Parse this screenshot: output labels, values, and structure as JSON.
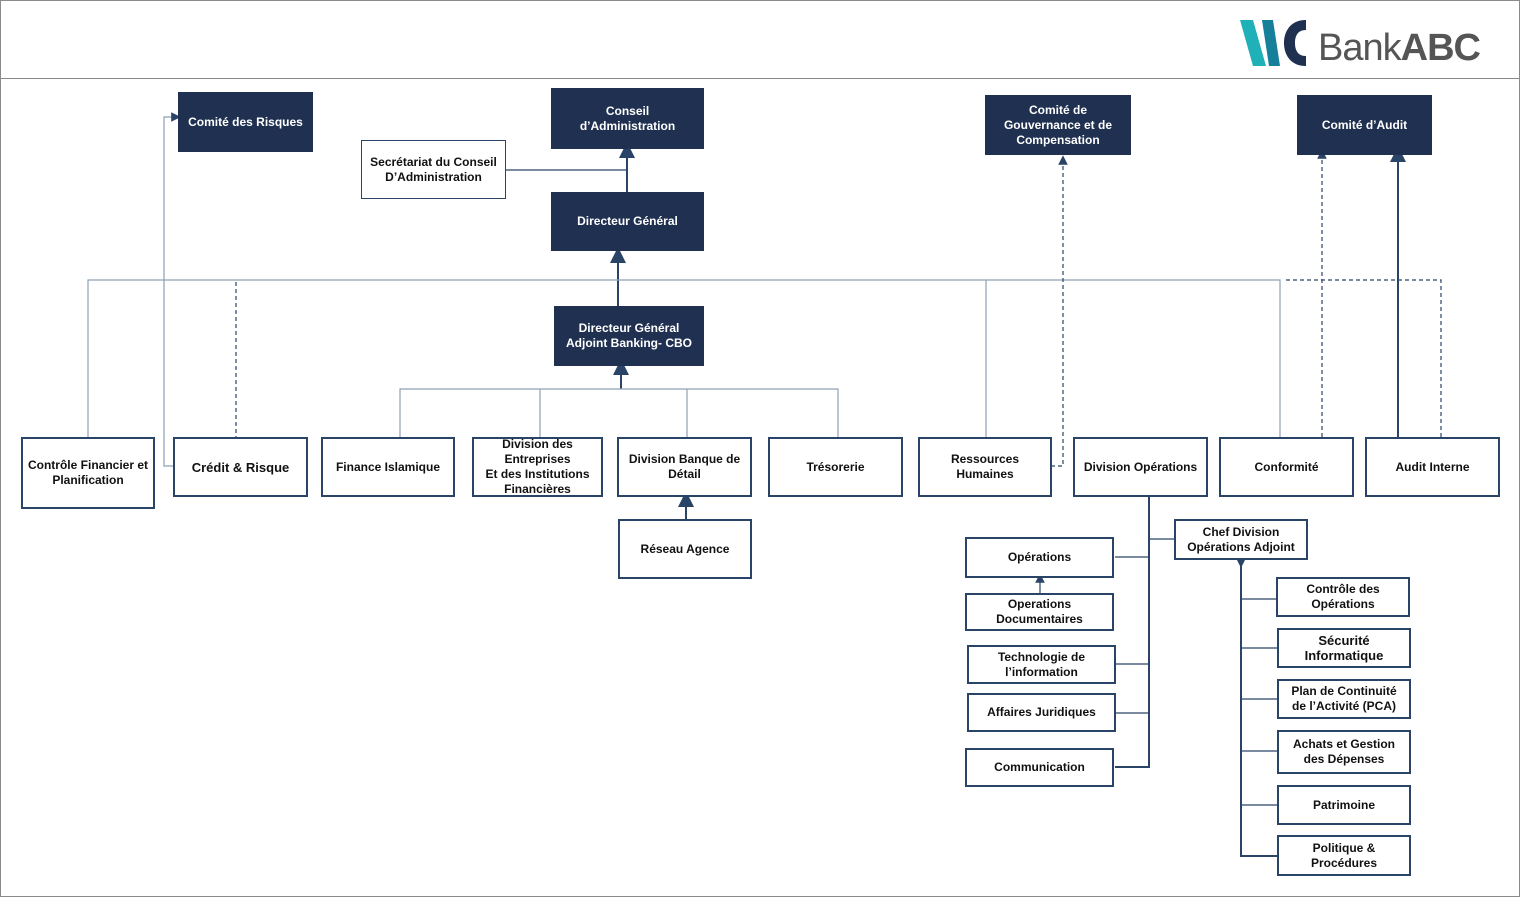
{
  "brand": {
    "name_regular": "Bank",
    "name_bold": "ABC",
    "colors": {
      "teal": "#0fa3b1",
      "navy": "#1f3050"
    }
  },
  "boxes": {
    "comite_risques": "Comité des Risques",
    "conseil": "Conseil\nd’Administration",
    "secretariat": "Secrétariat du Conseil\nD’Administration",
    "dg": "Directeur Général",
    "comite_gouvernance": "Comité de\nGouvernance et de\nCompensation",
    "comite_audit": "Comité d’Audit",
    "dga": "Directeur Général\nAdjoint Banking- CBO",
    "controle_financier": "Contrôle Financier et\nPlanification",
    "credit_risque": "Crédit & Risque",
    "finance_islamique": "Finance Islamique",
    "div_entreprises": "Division des\nEntreprises\nEt des Institutions\nFinancières",
    "div_banque_detail": "Division Banque de\nDétail",
    "tresorerie": "Trésorerie",
    "ressources_humaines": "Ressources\nHumaines",
    "div_operations": "Division Opérations",
    "conformite": "Conformité",
    "audit_interne": "Audit Interne",
    "reseau_agence": "Réseau Agence",
    "chef_division": "Chef Division\nOpérations Adjoint",
    "operations": "Opérations",
    "operations_doc": "Operations\nDocumentaires",
    "technologie": "Technologie de\nl’information",
    "affaires_juridiques": "Affaires Juridiques",
    "communication": "Communication",
    "controle_operations": "Contrôle des\nOpérations",
    "securite": "Sécurité\nInformatique",
    "pca": "Plan de Continuité\nde l’Activité (PCA)",
    "achats": "Achats et Gestion\ndes Dépenses",
    "patrimoine": "Patrimoine",
    "politique": "Politique &\nProcédures"
  }
}
